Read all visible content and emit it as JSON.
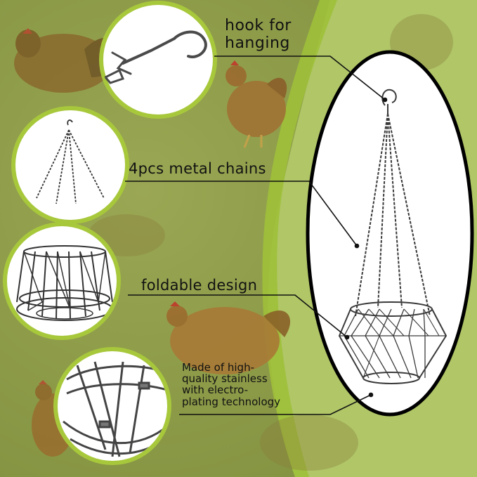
{
  "labels": {
    "hook": [
      "hook for",
      "hanging"
    ],
    "chains": "4pcs metal chains",
    "fold": "foldable design",
    "material": [
      "Made of high-",
      "quality stainless",
      "with electro-",
      "plating technology"
    ]
  },
  "colors": {
    "background_left": "#8a9a45",
    "background_right": "#b2c86a",
    "circle_ring": "#a8c83c",
    "oval_fill": "#ffffff",
    "oval_border": "#000000",
    "metal": "#3a3a3a"
  }
}
